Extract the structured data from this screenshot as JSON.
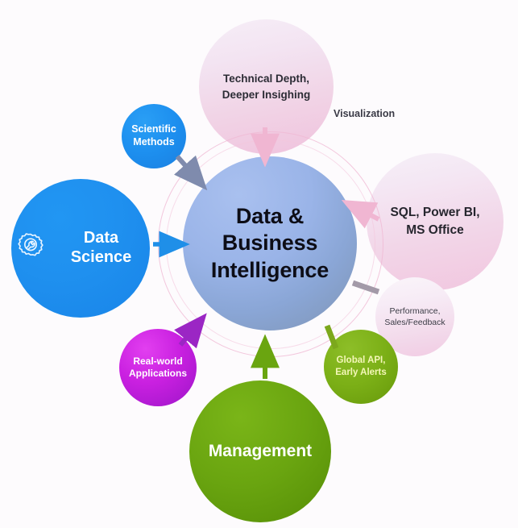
{
  "diagram": {
    "title": "Data & Business Intelligence hub-and-spoke diagram",
    "background_color": "#fdfbfd",
    "center": {
      "label": "Data &\nBusiness\nIntelligence",
      "color": "#9ab4e8"
    },
    "free_labels": [
      {
        "name": "visualization",
        "text": "Visualization",
        "color": "#3a3a46"
      }
    ],
    "nodes": [
      {
        "id": "data-science",
        "label": "Data Science",
        "icon": "gear-wrench-icon",
        "color": "#1f90ef",
        "text_color": "#ffffff"
      },
      {
        "id": "scientific-methods",
        "label": "Scientific\nMethods",
        "color": "#1d8fef",
        "text_color": "#ffffff"
      },
      {
        "id": "technical-depth",
        "label": "Technical Depth,\nDeeper Insighing",
        "color": "#f1d4e6",
        "text_color": "#2c2c35"
      },
      {
        "id": "sql-power-bi",
        "label": "SQL, Power BI,\nMS Office",
        "color": "#f2d6e8",
        "text_color": "#26262e"
      },
      {
        "id": "performance-sales",
        "label": "Performance,\nSales/Feedback",
        "color": "#f3dcec",
        "text_color": "#3c3c46"
      },
      {
        "id": "global-api",
        "label": "Global API,\nEarly Alerts",
        "color": "#7cb017",
        "text_color": "#f4f7b8"
      },
      {
        "id": "management",
        "label": "Management",
        "color": "#6aa510",
        "text_color": "#ffffff"
      },
      {
        "id": "real-world-applications",
        "label": "Real-world\nApplications",
        "color": "#c920e0",
        "text_color": "#ffffff"
      }
    ],
    "connectors": [
      {
        "name": "data-science-arrow",
        "from": "data-science",
        "to": "center",
        "color": "#1f8fe8",
        "style": "arrow"
      },
      {
        "name": "scientific-methods-arrow",
        "from": "scientific-methods",
        "to": "center",
        "color": "#7f8bad",
        "style": "arrow"
      },
      {
        "name": "technical-depth-arrow",
        "from": "technical-depth",
        "to": "center",
        "color": "#f0b6d2",
        "style": "arrow"
      },
      {
        "name": "sql-power-bi-arrow",
        "from": "sql-power-bi",
        "to": "center",
        "color": "#eeb5d1",
        "style": "arrow"
      },
      {
        "name": "performance-sales-connector",
        "from": "performance-sales",
        "to": "center",
        "color": "#a39aa8",
        "style": "bar"
      },
      {
        "name": "global-api-connector",
        "from": "global-api",
        "to": "center",
        "color": "#7ca81c",
        "style": "bar"
      },
      {
        "name": "management-arrow",
        "from": "management",
        "to": "center",
        "color": "#6aa510",
        "style": "arrow"
      },
      {
        "name": "real-world-applications-arrow",
        "from": "real-world-applications",
        "to": "center",
        "color": "#9b26c4",
        "style": "arrow"
      }
    ],
    "ring": {
      "name": "orbit-ring",
      "color": "#f0b8d4"
    }
  }
}
